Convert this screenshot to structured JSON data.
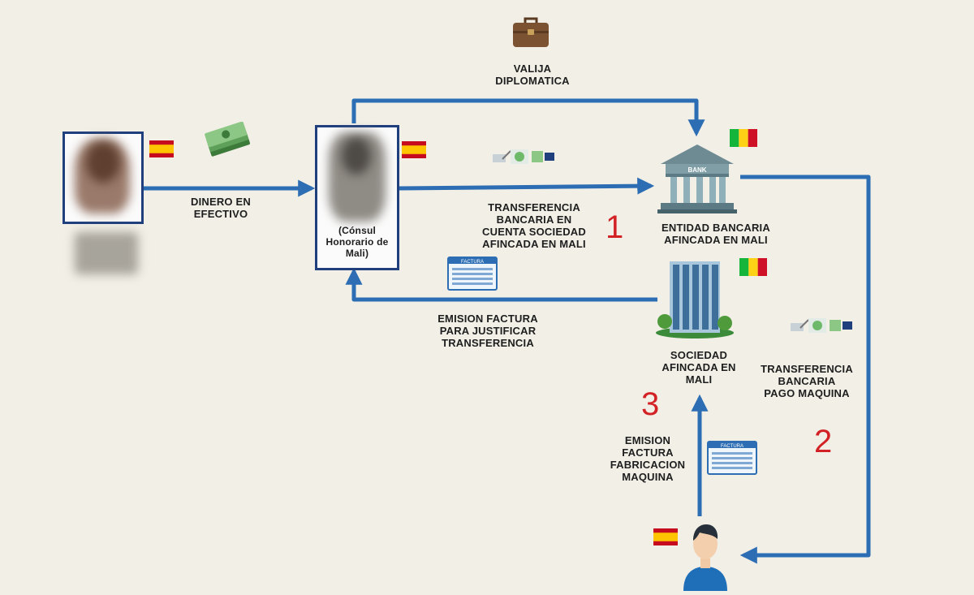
{
  "colors": {
    "arrow": "#2c6db4",
    "step_number": "#d32226",
    "frame": "#1f3f7d",
    "flag_spain_red": "#c60b1e",
    "flag_spain_yellow": "#ffc400",
    "flag_mali_green": "#14b53a",
    "flag_mali_yellow": "#fcd116",
    "flag_mali_red": "#ce1126"
  },
  "icons": {
    "briefcase": "briefcase-icon",
    "cash": "cash-stack-icon",
    "transfer": "money-transfer-icon",
    "bank": "bank-building-icon",
    "company": "office-building-icon",
    "invoice": "invoice-icon",
    "person": "person-icon",
    "flag_es": "flag-spain-icon",
    "flag_ml": "flag-mali-icon"
  },
  "labels": {
    "valija": "VALIJA\nDIPLOMATICA",
    "dinero": "DINERO EN\nEFECTIVO",
    "consul": "(Cónsul\nHonorario de\nMali)",
    "transfer1": "TRANSFERENCIA\nBANCARIA EN\nCUENTA SOCIEDAD\nAFINCADA EN MALI",
    "bank": "ENTIDAD BANCARIA\nAFINCADA EN MALI",
    "factura_just": "EMISION FACTURA\nPARA JUSTIFICAR\nTRANSFERENCIA",
    "sociedad": "SOCIEDAD\nAFINCADA EN\nMALI",
    "transfer2": "TRANSFERENCIA\nBANCARIA\nPAGO MAQUINA",
    "factura_fab": "EMISION\nFACTURA\nFABRICACION\nMAQUINA",
    "bank_sign": "BANK",
    "invoice_header": "FACTURA"
  },
  "steps": {
    "one": "1",
    "two": "2",
    "three": "3"
  }
}
